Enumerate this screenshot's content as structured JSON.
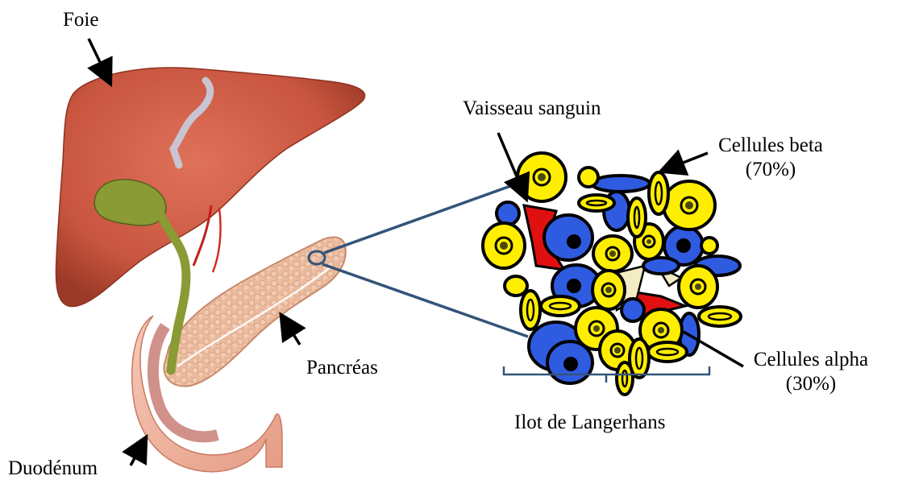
{
  "labels": {
    "liver": "Foie",
    "duodenum": "Duodénum",
    "pancreas": "Pancréas",
    "blood_vessel": "Vaisseau sanguin",
    "beta_cells": "Cellules beta",
    "beta_percent": "(70%)",
    "alpha_cells": "Cellules alpha",
    "alpha_percent": "(30%)",
    "islet": "Ilot de Langerhans"
  },
  "colors": {
    "liver": "#c8553f",
    "gallbladder": "#7a8a2e",
    "pancreas": "#e9b89a",
    "duodenum": "#f2b4a0",
    "zoom_lines": "#33547a",
    "beta_cell": "#ffee00",
    "alpha_cell": "#2f5be0",
    "vessel": "#e01010",
    "cell_outline": "#000000"
  }
}
